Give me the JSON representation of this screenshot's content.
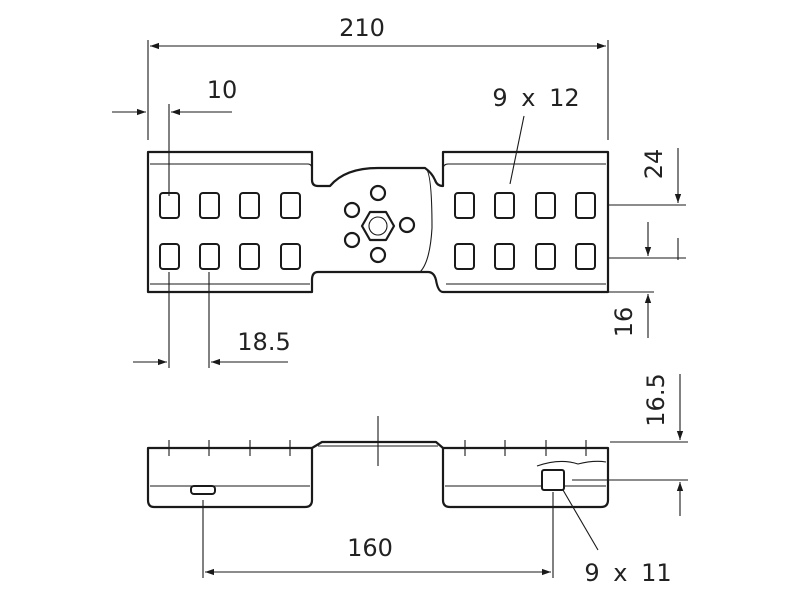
{
  "dimensions": {
    "overall_length": "210",
    "end_offset": "10",
    "slot_callout_top": "9 x 12",
    "slot_pitch": "18.5",
    "slot_row_height": "24",
    "slot_row_offset": "16",
    "side_height": "16.5",
    "side_slot_span": "160",
    "slot_callout_side": "9 x 11"
  },
  "colors": {
    "line": "#1a1a1a",
    "text": "#222222",
    "background": "#ffffff"
  }
}
